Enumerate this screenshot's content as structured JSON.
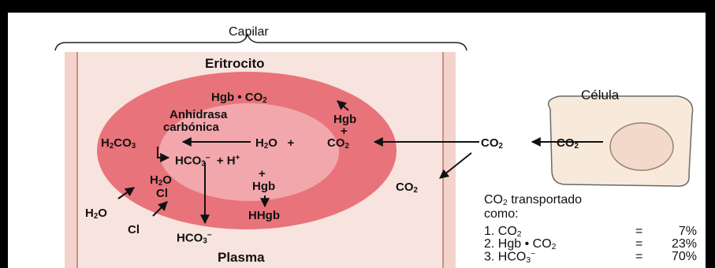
{
  "capillary_label": "Capilar",
  "erythrocyte_label": "Eritrocito",
  "plasma_label": "Plasma",
  "cell_label": "Célula",
  "enzyme_label_line1": "Anhidrasa",
  "enzyme_label_line2": "carbónica",
  "formulas": {
    "hgb_co2_top": "Hgb • CO",
    "hgb_plus_right": "Hgb",
    "h2co3": "H",
    "h2o_mid": "H",
    "co2_mid": "CO",
    "hco3_inner": "HCO",
    "h_plus": "H",
    "hgb_lower": "Hgb",
    "hhgb": "HHgb",
    "h2o_inner": "H",
    "cl_inner": "Cl",
    "h2o_outer": "H",
    "cl_outer": "Cl",
    "hco3_plasma": "HCO",
    "co2_cell": "CO",
    "co2_center": "CO",
    "co2_low": "CO"
  },
  "legend": {
    "title_line1": "CO",
    "title_line1_suffix": " transportado",
    "title_line2": "como:",
    "rows": [
      {
        "item": "1. CO",
        "sub": "2",
        "sup": "",
        "eq": "=",
        "value": "7%"
      },
      {
        "item": "2. Hgb • CO",
        "sub": "2",
        "sup": "",
        "eq": "=",
        "value": "23%"
      },
      {
        "item": "3. HCO",
        "sub": "3",
        "sup": "−",
        "eq": "=",
        "value": "70%"
      }
    ]
  }
}
